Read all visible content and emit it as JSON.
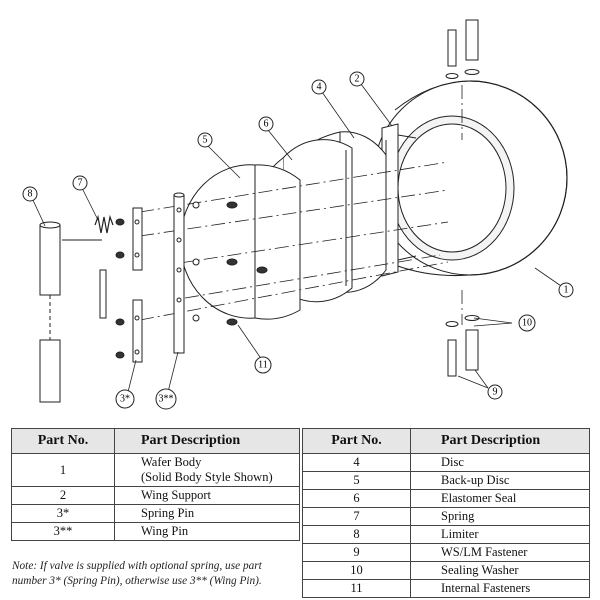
{
  "callouts": {
    "c1": "1",
    "c2": "2",
    "c3s": "3*",
    "c3ss": "3**",
    "c4": "4",
    "c5": "5",
    "c6": "6",
    "c7": "7",
    "c8": "8",
    "c9": "9",
    "c10": "10",
    "c11": "11"
  },
  "table_left": {
    "header_no": "Part No.",
    "header_desc": "Part Description",
    "rows": [
      {
        "no": "1",
        "desc_line1": "Wafer Body",
        "desc_line2": "(Solid Body Style Shown)"
      },
      {
        "no": "2",
        "desc": "Wing Support"
      },
      {
        "no": "3*",
        "desc": "Spring Pin"
      },
      {
        "no": "3**",
        "desc": "Wing Pin"
      }
    ]
  },
  "table_right": {
    "header_no": "Part No.",
    "header_desc": "Part Description",
    "rows": [
      {
        "no": "4",
        "desc": "Disc"
      },
      {
        "no": "5",
        "desc": "Back-up Disc"
      },
      {
        "no": "6",
        "desc": "Elastomer Seal"
      },
      {
        "no": "7",
        "desc": "Spring"
      },
      {
        "no": "8",
        "desc": "Limiter"
      },
      {
        "no": "9",
        "desc": "WS/LM Fastener"
      },
      {
        "no": "10",
        "desc": "Sealing Washer"
      },
      {
        "no": "11",
        "desc": "Internal Fasteners"
      }
    ]
  },
  "note": {
    "line1": "Note: If valve is supplied with optional spring, use part",
    "line2": "number 3* (Spring Pin), otherwise use 3** (Wing Pin)."
  }
}
